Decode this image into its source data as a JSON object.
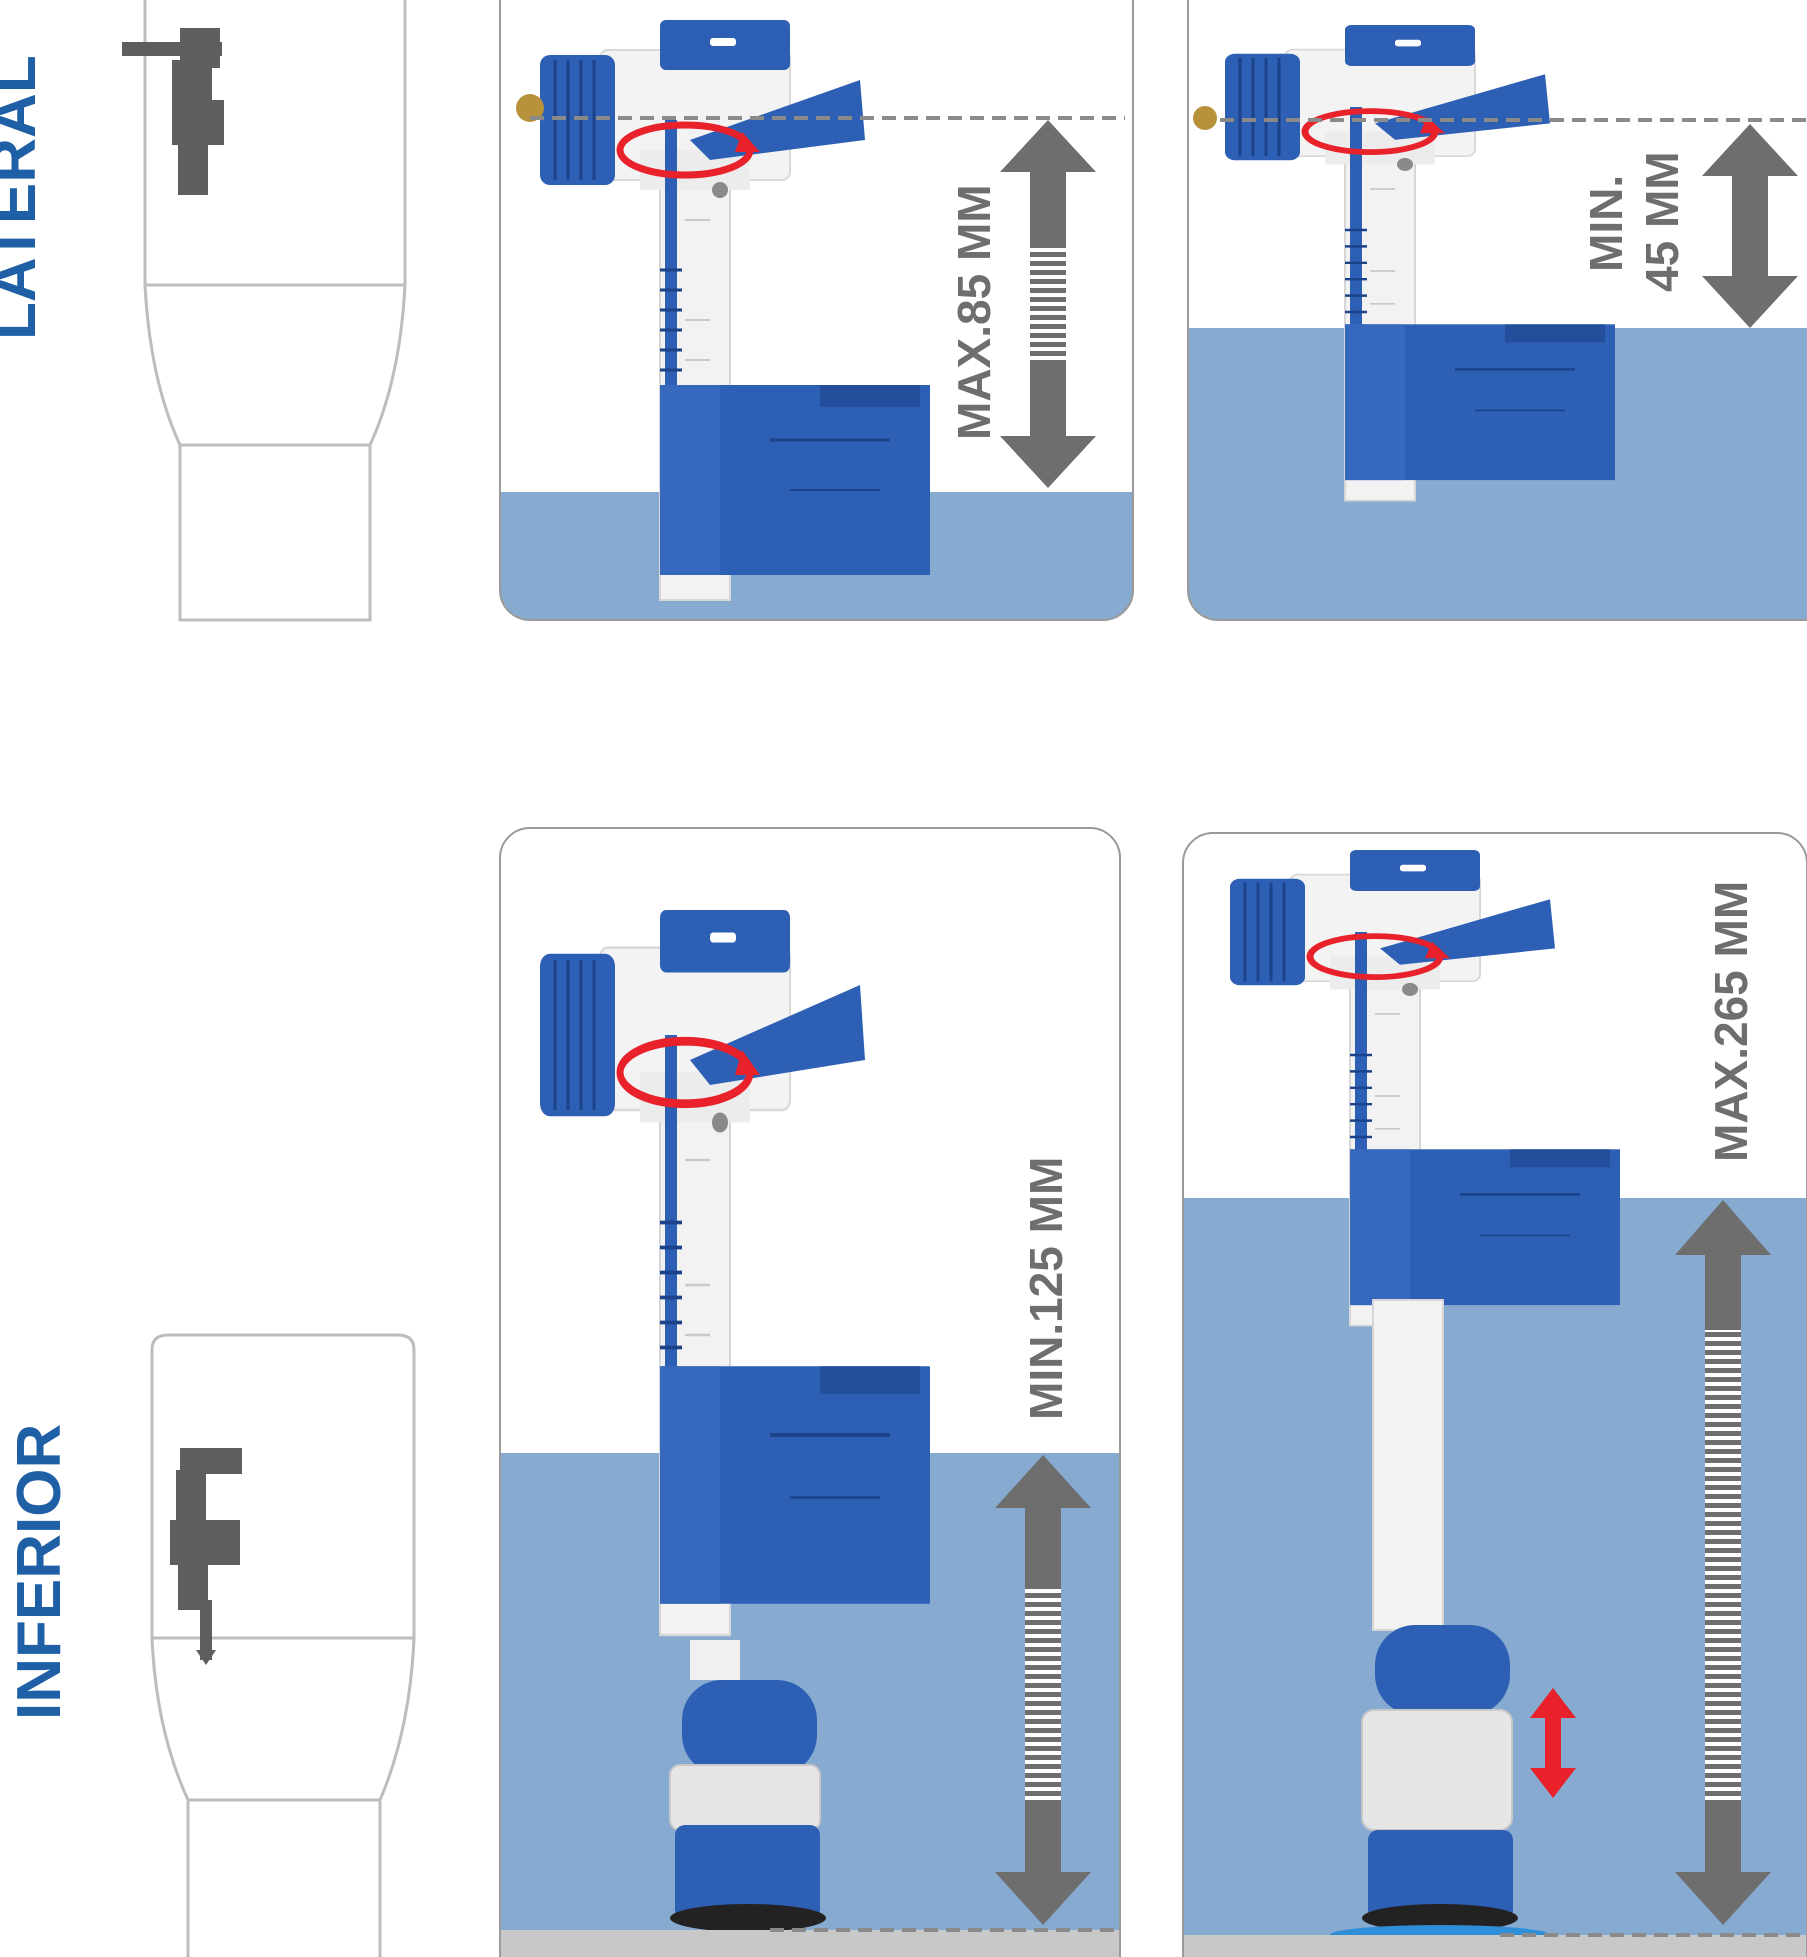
{
  "sections": {
    "lateral": {
      "label": "LATERAL"
    },
    "inferior": {
      "label": "INFERIOR"
    }
  },
  "panels": [
    {
      "measure_label": "MAX.85 MM"
    },
    {
      "measure_label_line1": "MIN.",
      "measure_label_line2": "45 MM"
    },
    {
      "measure_label": "MIN.125 MM"
    },
    {
      "measure_label": "MAX.265 MM"
    }
  ],
  "colors": {
    "section_label": "#1f5fa6",
    "valve_blue": "#2d5fb4",
    "water": "#86aad0",
    "arrow": "#6e6e6e",
    "rotation_marker": "#e8212b",
    "panel_border": "#9a9a9a"
  },
  "icons": [
    "tank-outline-icon",
    "valve-silhouette-icon",
    "fill-valve-icon",
    "rotation-arrow-icon",
    "double-arrow-icon"
  ]
}
